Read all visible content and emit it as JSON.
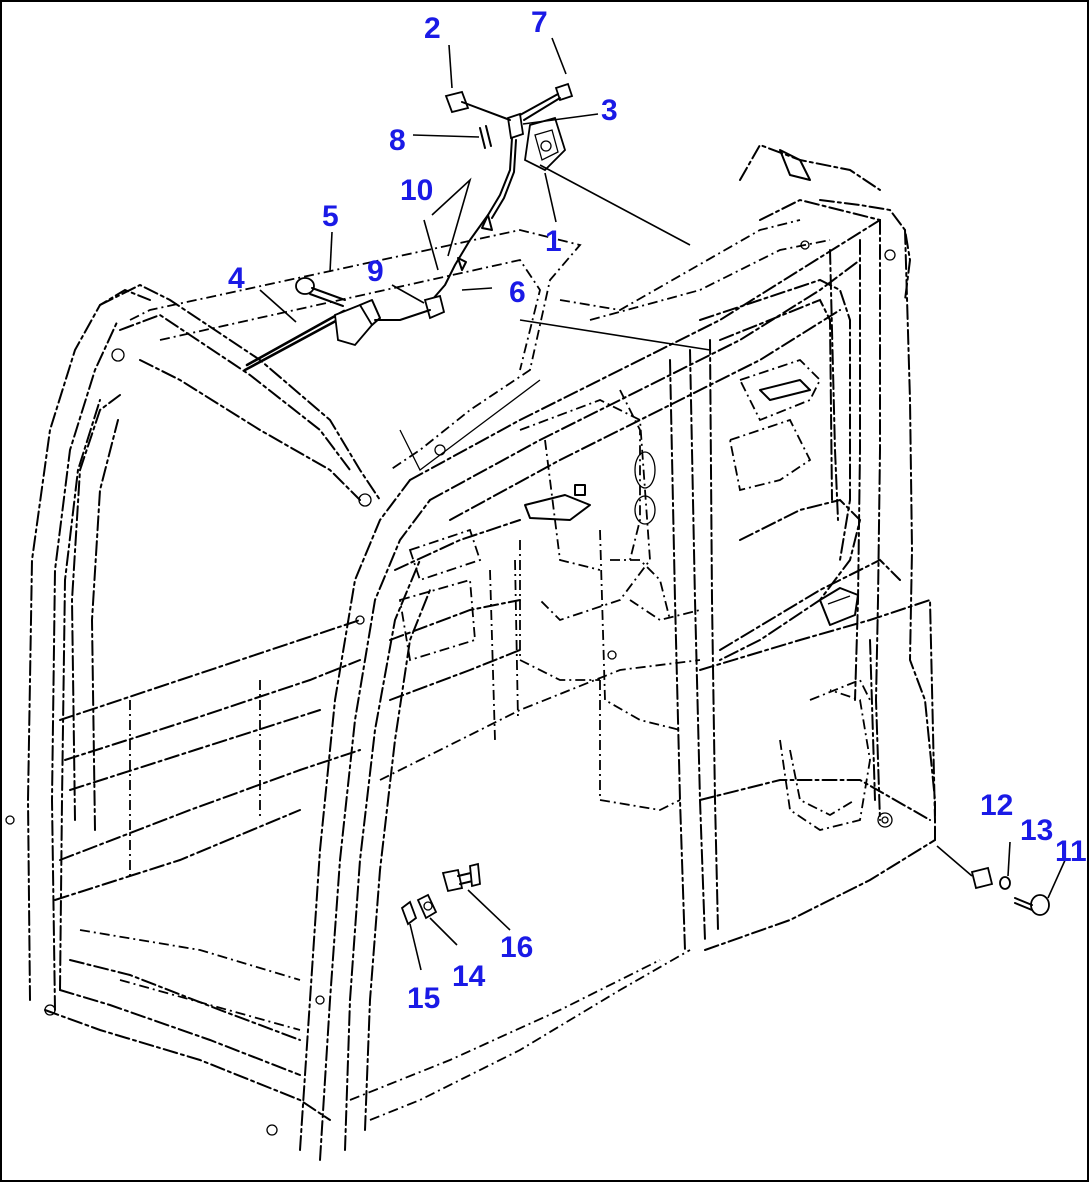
{
  "callouts": [
    {
      "id": "c1",
      "label": "1"
    },
    {
      "id": "c2",
      "label": "2"
    },
    {
      "id": "c3",
      "label": "3"
    },
    {
      "id": "c4",
      "label": "4"
    },
    {
      "id": "c5",
      "label": "5"
    },
    {
      "id": "c6",
      "label": "6"
    },
    {
      "id": "c7",
      "label": "7"
    },
    {
      "id": "c8",
      "label": "8"
    },
    {
      "id": "c9",
      "label": "9"
    },
    {
      "id": "c10",
      "label": "10"
    },
    {
      "id": "c11",
      "label": "11"
    },
    {
      "id": "c12",
      "label": "12"
    },
    {
      "id": "c13",
      "label": "13"
    },
    {
      "id": "c14",
      "label": "14"
    },
    {
      "id": "c15",
      "label": "15"
    },
    {
      "id": "c16",
      "label": "16"
    }
  ],
  "colors": {
    "callout_text": "#1a1ae6",
    "line_art": "#000000",
    "background": "#ffffff"
  }
}
